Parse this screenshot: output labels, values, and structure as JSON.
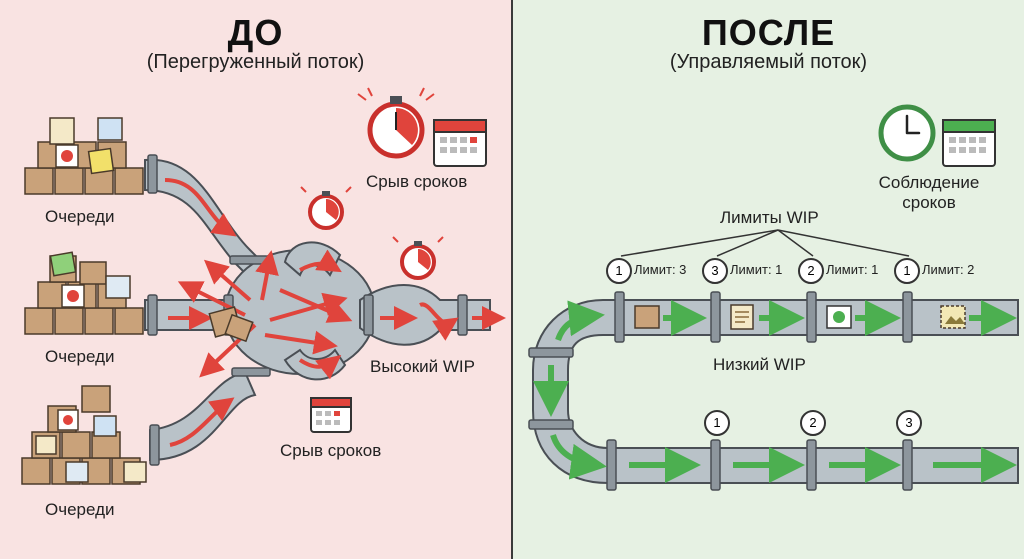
{
  "before": {
    "title": "ДО",
    "subtitle": "(Перегруженный поток)",
    "queue_labels": [
      "Очереди",
      "Очереди",
      "Очереди"
    ],
    "deadline_miss_top": "Срыв сроков",
    "deadline_miss_bottom": "Срыв сроков",
    "high_wip_label": "Высокий WIP"
  },
  "after": {
    "title": "ПОСЛЕ",
    "subtitle": "(Управляемый поток)",
    "deadline_met": "Соблюдение\nсроков",
    "wip_limits_title": "Лимиты WIP",
    "low_wip_label": "Низкий WIP",
    "top_stations": [
      {
        "badge": "1",
        "limit": "Лимит: 3"
      },
      {
        "badge": "3",
        "limit": "Лимит: 1"
      },
      {
        "badge": "2",
        "limit": "Лимит: 1"
      },
      {
        "badge": "1",
        "limit": "Лимит: 2"
      }
    ],
    "bottom_stations": [
      "1",
      "2",
      "3"
    ]
  },
  "colors": {
    "before_bg": "#f9e3e2",
    "after_bg": "#e6f1e3",
    "red_arrow": "#e0443c",
    "green_arrow": "#4caf50",
    "pipe": "#b9c2c8",
    "box": "#c9a27a"
  }
}
